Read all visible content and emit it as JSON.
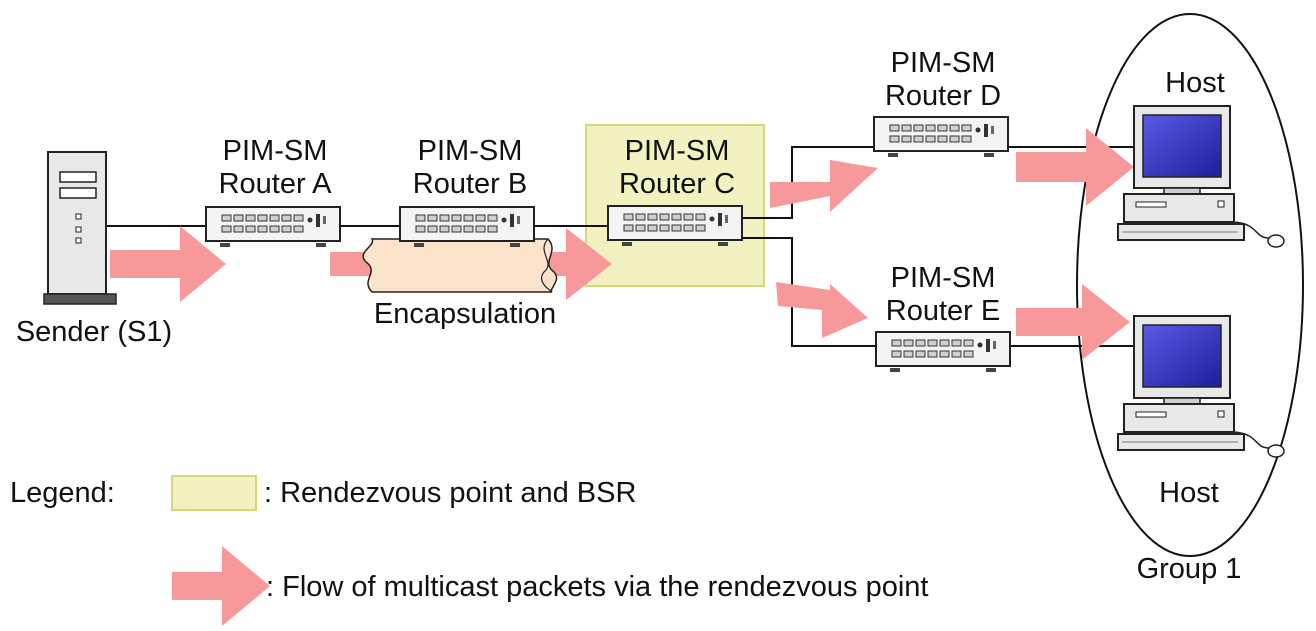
{
  "sender": {
    "label": "Sender (S1)"
  },
  "routers": {
    "a": {
      "line1": "PIM-SM",
      "line2": "Router A"
    },
    "b": {
      "line1": "PIM-SM",
      "line2": "Router B"
    },
    "c": {
      "line1": "PIM-SM",
      "line2": "Router C"
    },
    "d": {
      "line1": "PIM-SM",
      "line2": "Router D"
    },
    "e": {
      "line1": "PIM-SM",
      "line2": "Router E"
    }
  },
  "encapsulation": {
    "label": "Encapsulation"
  },
  "hosts": {
    "top": "Host",
    "bottom": "Host"
  },
  "group": {
    "label": "Group 1"
  },
  "legend": {
    "title": "Legend:",
    "rp_text": ": Rendezvous point and BSR",
    "flow_text": ": Flow of multicast packets via the rendezvous point"
  },
  "colors": {
    "rp_fill": "#f2f2c0",
    "rp_stroke": "#d6d67a",
    "arrow": "#f7999b",
    "tube": "#fbe3cc",
    "screen": "#3232c8"
  }
}
